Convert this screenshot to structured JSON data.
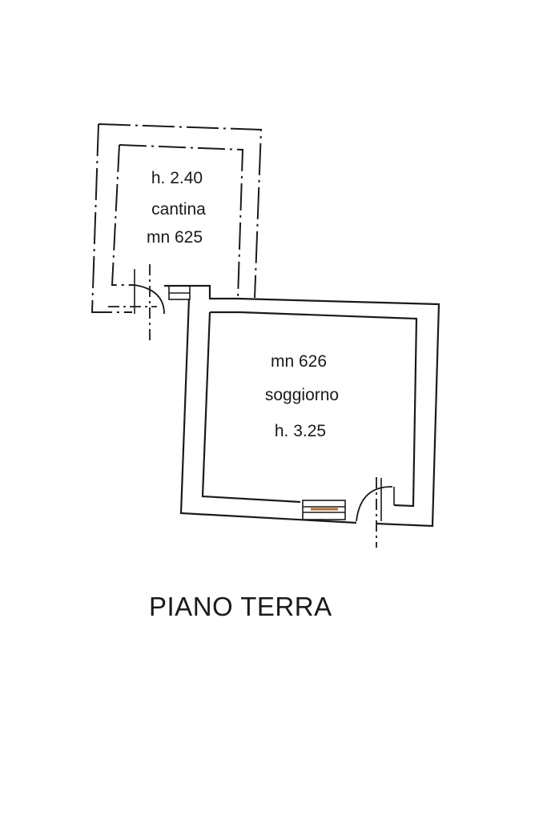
{
  "rooms": {
    "cantina": {
      "height_label": "h. 2.40",
      "name": "cantina",
      "parcel": "mn 625"
    },
    "soggiorno": {
      "parcel": "mn 626",
      "name": "soggiorno",
      "height_label": "h. 3.25"
    }
  },
  "floor": {
    "title": "PIANO TERRA"
  }
}
